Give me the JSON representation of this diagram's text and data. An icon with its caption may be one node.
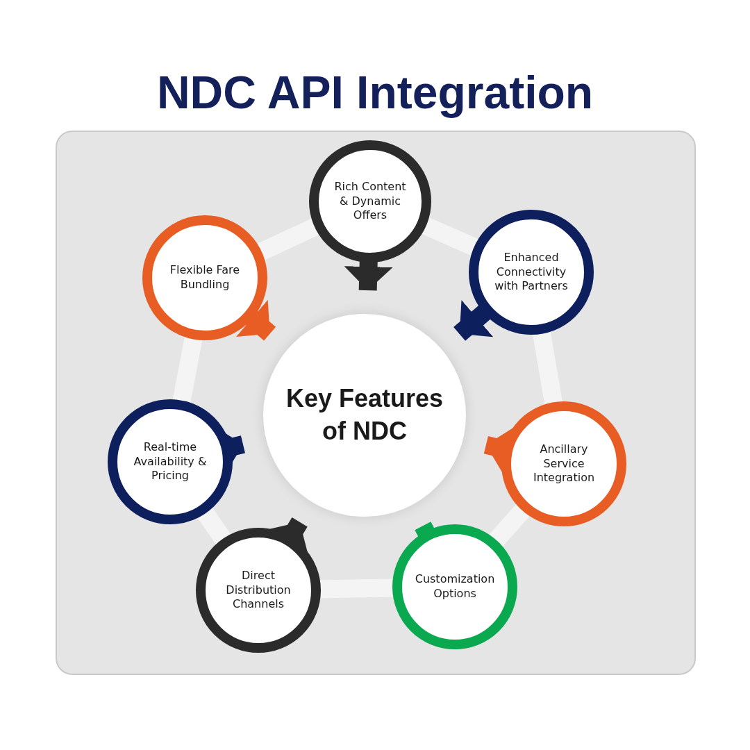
{
  "diagram": {
    "title": "NDC API Integration",
    "nodes": [
      {
        "text": [
          "Key Features of NDC"
        ]
      },
      {
        "text": [
          "Rich Content & Dynamic Offers"
        ]
      },
      {
        "text": [
          "Enhanced Connectivity with Partners"
        ]
      },
      {
        "text": [
          "Ancillary Service Integration"
        ]
      },
      {
        "text": [
          "Customization Options"
        ]
      },
      {
        "text": [
          "Direct Distribution Channels"
        ]
      },
      {
        "text": [
          "Real-time Availability & Pricing"
        ]
      },
      {
        "text": [
          "Flexible Fare Bundling"
        ]
      }
    ],
    "edges": [
      {
        "from": 1,
        "to": 2,
        "arrow": "none",
        "color": "#f4f4f4"
      },
      {
        "from": 2,
        "to": 3,
        "arrow": "none",
        "color": "#f4f4f4"
      },
      {
        "from": 3,
        "to": 4,
        "arrow": "none",
        "color": "#f4f4f4"
      },
      {
        "from": 4,
        "to": 5,
        "arrow": "none",
        "color": "#f4f4f4"
      },
      {
        "from": 5,
        "to": 6,
        "arrow": "none",
        "color": "#f4f4f4"
      },
      {
        "from": 6,
        "to": 7,
        "arrow": "none",
        "color": "#f4f4f4"
      },
      {
        "from": 7,
        "to": 1,
        "arrow": "none",
        "color": "#f4f4f4"
      },
      {
        "from": 1,
        "to": 0,
        "arrow": "to",
        "color": "#2b2b2b"
      },
      {
        "from": 2,
        "to": 0,
        "arrow": "to",
        "color": "#0d1f5c"
      },
      {
        "from": 3,
        "to": 0,
        "arrow": "to",
        "color": "#e85d24"
      },
      {
        "from": 4,
        "to": 0,
        "arrow": "to",
        "color": "#0aa84f"
      },
      {
        "from": 5,
        "to": 0,
        "arrow": "to",
        "color": "#2b2b2b"
      },
      {
        "from": 6,
        "to": 0,
        "arrow": "to",
        "color": "#0d1f5c"
      },
      {
        "from": 7,
        "to": 0,
        "arrow": "to",
        "color": "#e85d24"
      }
    ]
  }
}
